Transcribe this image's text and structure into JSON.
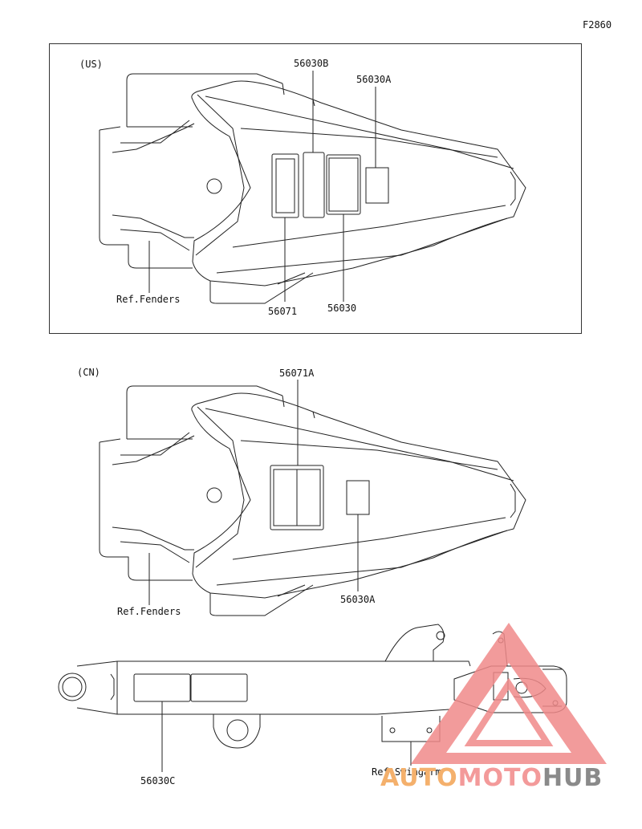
{
  "figure_code": "F2860",
  "panels": {
    "us": {
      "region": "(US)",
      "labels": {
        "p56030B": "56030B",
        "p56030A": "56030A",
        "p56071": "56071",
        "p56030": "56030",
        "fenders": "Ref.Fenders"
      }
    },
    "cn": {
      "region": "(CN)",
      "labels": {
        "p56071A": "56071A",
        "p56030A": "56030A",
        "fenders": "Ref.Fenders",
        "p56030C": "56030C",
        "swingarm": "Ref.Swingarm"
      }
    }
  },
  "watermark": {
    "part1": "AUTO",
    "part2": "MOTO",
    "part3": "HUB",
    "colors": {
      "auto": "#f4b06c",
      "moto": "#f39a9a",
      "hub": "#8a8a8a",
      "triangle": "#f08a8a"
    }
  }
}
